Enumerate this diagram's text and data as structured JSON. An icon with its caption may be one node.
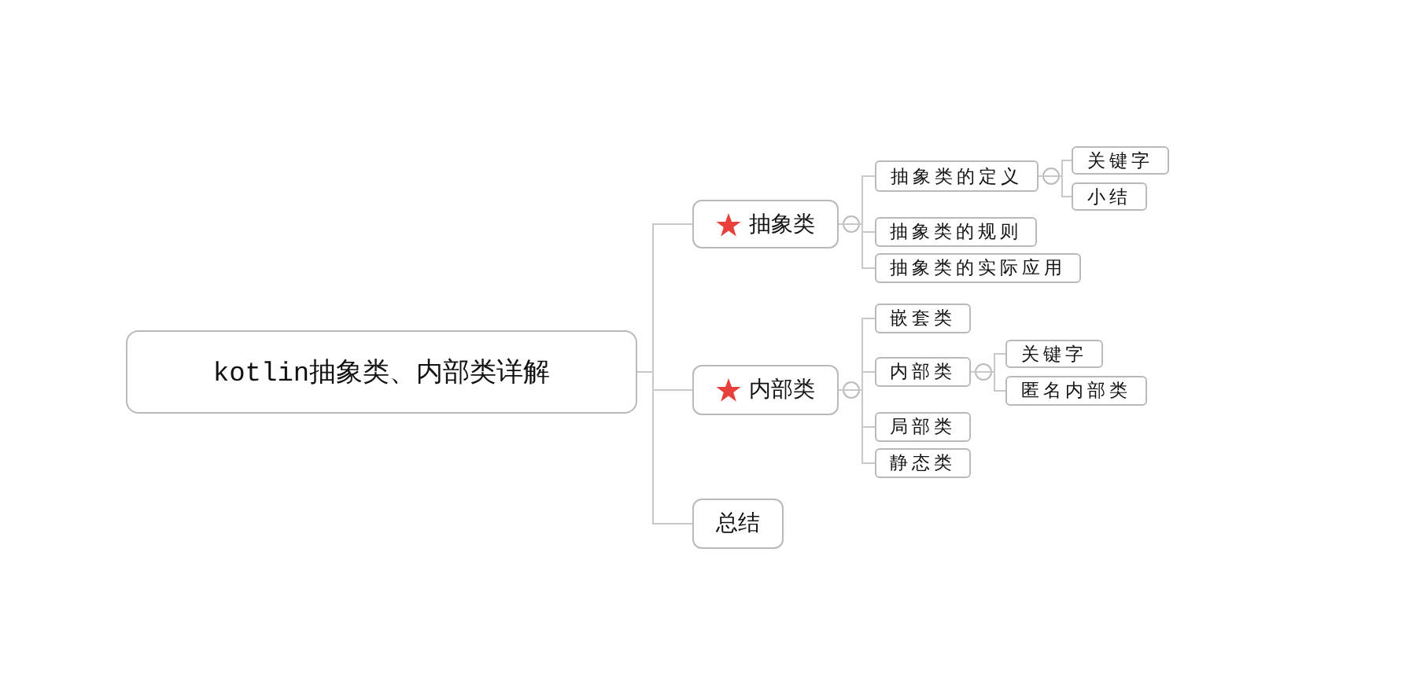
{
  "diagram": {
    "nodes": [
      {
        "text": [
          "kotlin抽象类、内部类详解"
        ]
      },
      {
        "text": [
          "抽象类"
        ]
      },
      {
        "text": [
          "抽象类的定义"
        ]
      },
      {
        "text": [
          "关键字"
        ]
      },
      {
        "text": [
          "小结"
        ]
      },
      {
        "text": [
          "抽象类的规则"
        ]
      },
      {
        "text": [
          "抽象类的实际应用"
        ]
      },
      {
        "text": [
          "内部类"
        ]
      },
      {
        "text": [
          "嵌套类"
        ]
      },
      {
        "text": [
          "内部类"
        ]
      },
      {
        "text": [
          "关键字"
        ]
      },
      {
        "text": [
          "匿名内部类"
        ]
      },
      {
        "text": [
          "局部类"
        ]
      },
      {
        "text": [
          "静态类"
        ]
      },
      {
        "text": [
          "总结"
        ]
      }
    ],
    "edges": [
      {
        "from": 0,
        "to": 1,
        "arrow": "none"
      },
      {
        "from": 0,
        "to": 7,
        "arrow": "none"
      },
      {
        "from": 0,
        "to": 14,
        "arrow": "none"
      },
      {
        "from": 1,
        "to": 2,
        "arrow": "none"
      },
      {
        "from": 1,
        "to": 5,
        "arrow": "none"
      },
      {
        "from": 1,
        "to": 6,
        "arrow": "none"
      },
      {
        "from": 2,
        "to": 3,
        "arrow": "none"
      },
      {
        "from": 2,
        "to": 4,
        "arrow": "none"
      },
      {
        "from": 7,
        "to": 8,
        "arrow": "none"
      },
      {
        "from": 7,
        "to": 9,
        "arrow": "none"
      },
      {
        "from": 7,
        "to": 12,
        "arrow": "none"
      },
      {
        "from": 7,
        "to": 13,
        "arrow": "none"
      },
      {
        "from": 9,
        "to": 10,
        "arrow": "none"
      },
      {
        "from": 9,
        "to": 11,
        "arrow": "none"
      }
    ]
  }
}
